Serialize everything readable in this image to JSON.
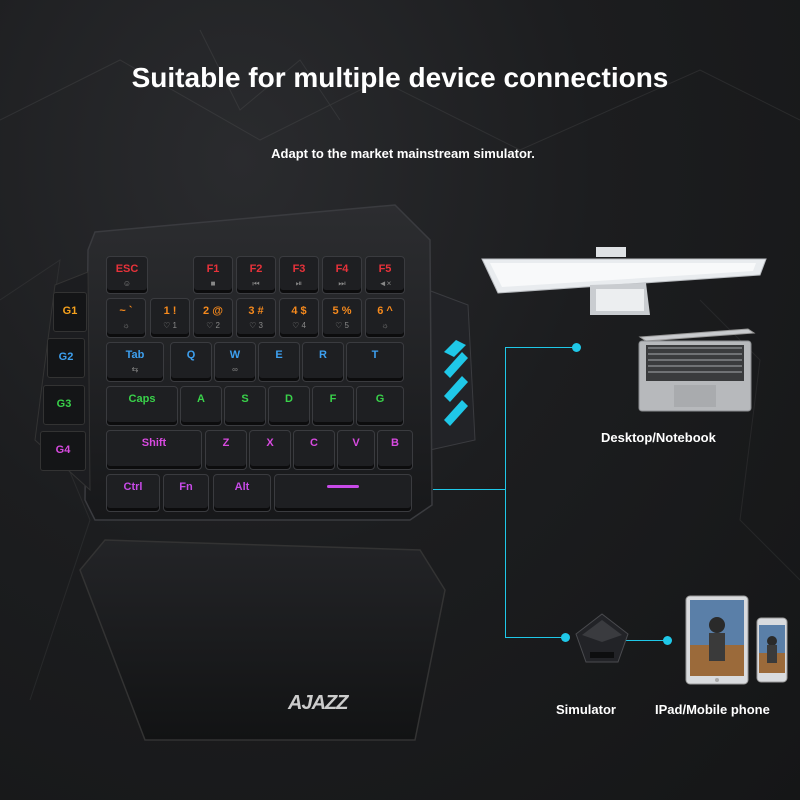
{
  "header": {
    "title": "Suitable for multiple device connections",
    "subtitle": "Adapt to the market mainstream simulator."
  },
  "keyboard": {
    "brand": "AJAZZ",
    "gkeys": [
      {
        "label": "G1",
        "color": "#f6a21d"
      },
      {
        "label": "G2",
        "color": "#3da0f0"
      },
      {
        "label": "G3",
        "color": "#39d24a"
      },
      {
        "label": "G4",
        "color": "#d84ae0"
      }
    ],
    "rows": [
      [
        {
          "t": "ESC",
          "s": "☺",
          "c": "#e8323a"
        },
        {
          "t": "F1",
          "s": "■",
          "c": "#e8323a"
        },
        {
          "t": "F2",
          "s": "⏮",
          "c": "#e8323a"
        },
        {
          "t": "F3",
          "s": "⏯",
          "c": "#e8323a"
        },
        {
          "t": "F4",
          "s": "⏭",
          "c": "#e8323a"
        },
        {
          "t": "F5",
          "s": "◄×",
          "c": "#e8323a"
        }
      ],
      [
        {
          "t": "~ `",
          "s": "☼",
          "c": "#f68a1d"
        },
        {
          "t": "1 !",
          "s": "♡ 1",
          "c": "#f68a1d"
        },
        {
          "t": "2 @",
          "s": "♡ 2",
          "c": "#f68a1d"
        },
        {
          "t": "3 #",
          "s": "♡ 3",
          "c": "#f68a1d"
        },
        {
          "t": "4 $",
          "s": "♡ 4",
          "c": "#f68a1d"
        },
        {
          "t": "5 %",
          "s": "♡ 5",
          "c": "#f68a1d"
        },
        {
          "t": "6 ^",
          "s": "☼",
          "c": "#f68a1d"
        }
      ],
      [
        {
          "t": "Tab",
          "s": "⇆",
          "c": "#3da0f0"
        },
        {
          "t": "Q",
          "s": "",
          "c": "#3da0f0"
        },
        {
          "t": "W",
          "s": "∞",
          "c": "#3da0f0"
        },
        {
          "t": "E",
          "s": "",
          "c": "#3da0f0"
        },
        {
          "t": "R",
          "s": "",
          "c": "#3da0f0"
        },
        {
          "t": "T",
          "s": "",
          "c": "#3da0f0"
        }
      ],
      [
        {
          "t": "Caps",
          "s": "",
          "c": "#39d24a"
        },
        {
          "t": "A",
          "s": "",
          "c": "#39d24a"
        },
        {
          "t": "S",
          "s": "",
          "c": "#39d24a"
        },
        {
          "t": "D",
          "s": "",
          "c": "#39d24a"
        },
        {
          "t": "F",
          "s": "",
          "c": "#39d24a"
        },
        {
          "t": "G",
          "s": "",
          "c": "#39d24a"
        }
      ],
      [
        {
          "t": "Shift",
          "s": "",
          "c": "#d84ae0"
        },
        {
          "t": "Z",
          "s": "",
          "c": "#d84ae0"
        },
        {
          "t": "X",
          "s": "",
          "c": "#d84ae0"
        },
        {
          "t": "C",
          "s": "",
          "c": "#d84ae0"
        },
        {
          "t": "V",
          "s": "",
          "c": "#d84ae0"
        },
        {
          "t": "B",
          "s": "",
          "c": "#d84ae0"
        }
      ],
      [
        {
          "t": "Ctrl",
          "s": "",
          "c": "#c84ae8"
        },
        {
          "t": "Fn",
          "s": "",
          "c": "#c84ae8"
        },
        {
          "t": "Alt",
          "s": "",
          "c": "#c84ae8"
        },
        {
          "t": "",
          "s": "",
          "c": "#c84ae8"
        }
      ]
    ]
  },
  "devices": {
    "desktop_label": "Desktop/Notebook",
    "simulator_label": "Simulator",
    "mobile_label": "IPad/Mobile phone",
    "accent": "#1fc8e8"
  }
}
